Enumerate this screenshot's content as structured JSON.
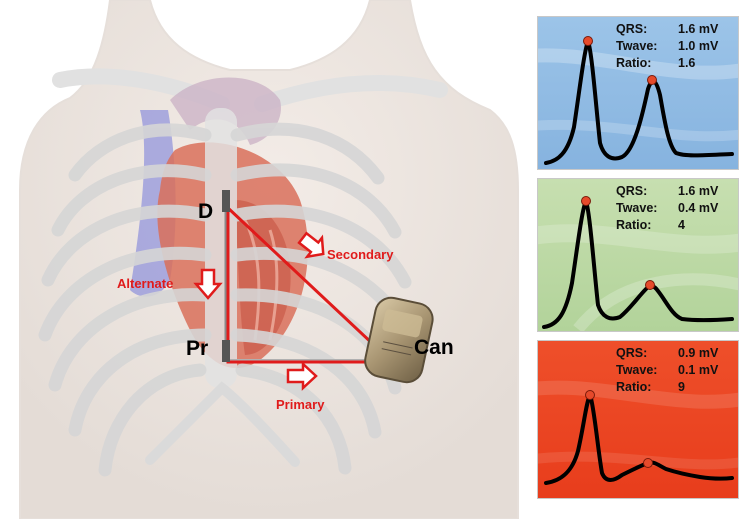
{
  "diagram": {
    "labels": {
      "d": "D",
      "pr": "Pr",
      "can": "Can",
      "secondary": "Secondary",
      "alternate": "Alternate",
      "primary": "Primary"
    },
    "colors": {
      "vector": "#e01b1b",
      "label_red": "#e01b1b",
      "rib": "#dcdcdc",
      "heart": "#d9705a",
      "vessel": "#8d8fd0"
    }
  },
  "ecg_panels": [
    {
      "qrs_label": "QRS:",
      "qrs": "1.6 mV",
      "twave_label": "Twave:",
      "twave": "1.0 mV",
      "ratio_label": "Ratio:",
      "ratio": "1.6",
      "color": "#90bce4"
    },
    {
      "qrs_label": "QRS:",
      "qrs": "1.6 mV",
      "twave_label": "Twave:",
      "twave": "0.4 mV",
      "ratio_label": "Ratio:",
      "ratio": "4",
      "color": "#bcd9a4"
    },
    {
      "qrs_label": "QRS:",
      "qrs": "0.9 mV",
      "twave_label": "Twave:",
      "twave": "0.1 mV",
      "ratio_label": "Ratio:",
      "ratio": "9",
      "color": "#ea4423"
    }
  ]
}
